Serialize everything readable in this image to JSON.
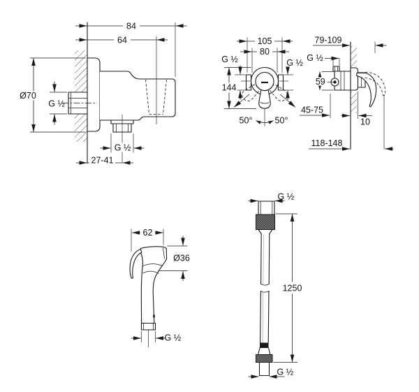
{
  "drawing": {
    "background": "#ffffff",
    "line_color": "#1a1a1a",
    "views": {
      "wall_union": {
        "dims": {
          "overall_width": "84",
          "holder_offset": "64",
          "rosette_diameter": "Ø70",
          "inlet_thread": "G ½",
          "outlet_thread": "G ½",
          "projection_range": "27-41"
        }
      },
      "mixer_front": {
        "dims": {
          "spacing_outer": "105",
          "spacing_inner": "80",
          "thread_left": "G ½",
          "thread_right": "G ½",
          "height": "144",
          "swivel_left": "50°",
          "swivel_right": "50°"
        }
      },
      "mixer_side": {
        "dims": {
          "grip_range": "79-109",
          "supply_thread": "G ½",
          "body_height": "59",
          "depth_range": "45-75",
          "rosette_depth": "10",
          "lever_range": "118-148"
        }
      },
      "hand_spray": {
        "dims": {
          "head_depth": "62",
          "head_diameter": "Ø36",
          "connection_thread": "G ½"
        }
      },
      "hose": {
        "dims": {
          "thread_top": "G ½",
          "length": "1250",
          "thread_bottom": "G ½"
        }
      }
    }
  }
}
